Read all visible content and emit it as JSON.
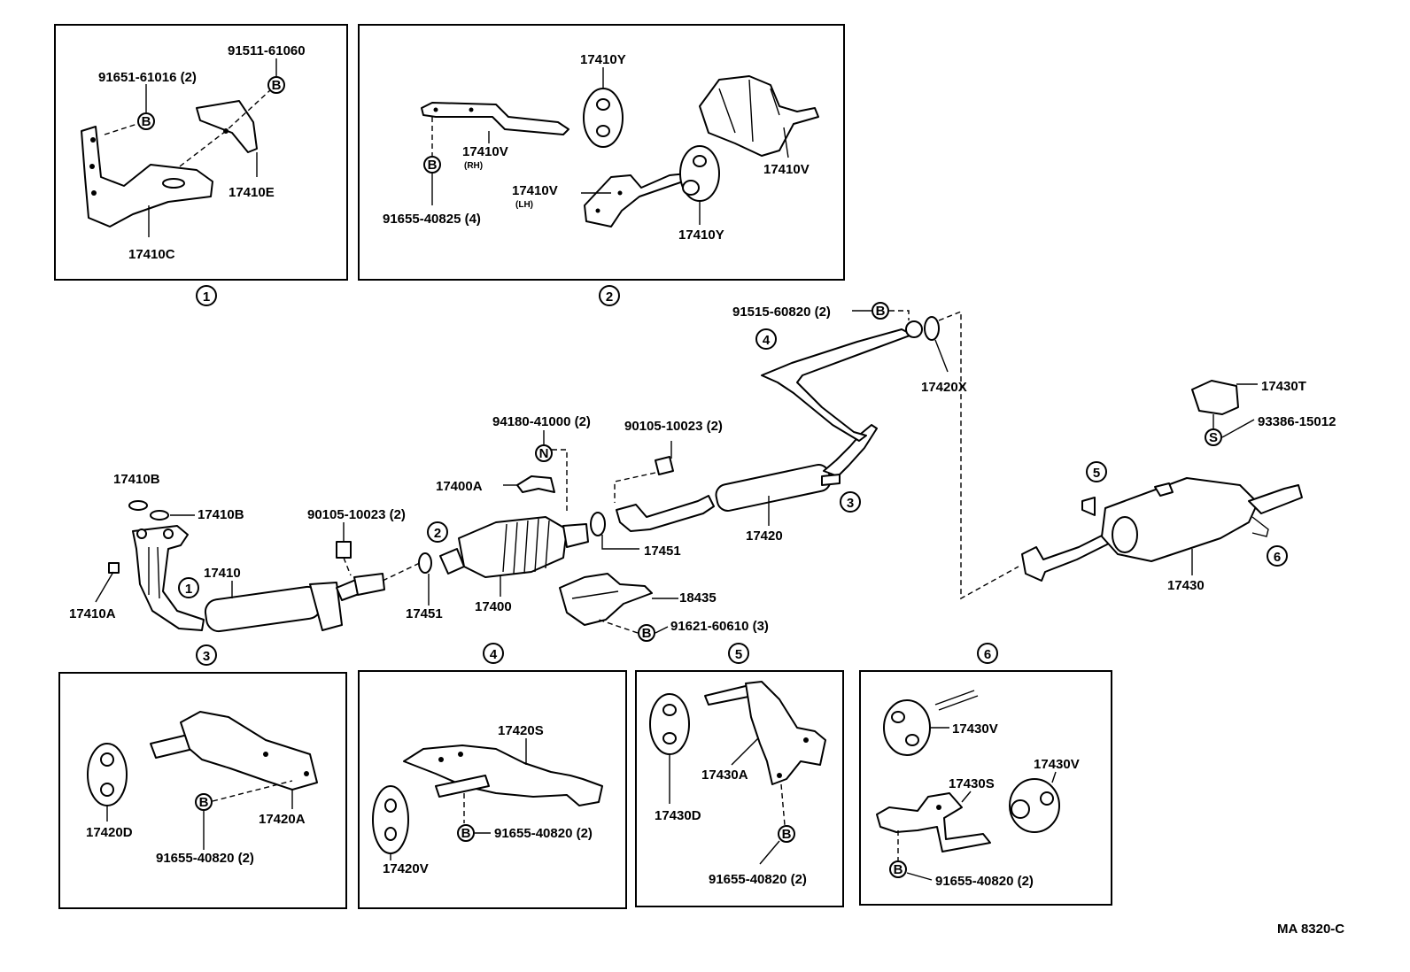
{
  "diagram_id": "MA 8320-C",
  "callouts": [
    "1",
    "2",
    "3",
    "4",
    "5",
    "6"
  ],
  "sym": {
    "b": "B",
    "n": "N",
    "s": "S"
  },
  "panel1": {
    "p1": "91651-61016 (2)",
    "p2": "91511-61060",
    "p3": "17410E",
    "p4": "17410C"
  },
  "panel2": {
    "p1": "17410Y",
    "p2": "17410V",
    "rh": "(RH)",
    "p3": "17410V",
    "lh": "(LH)",
    "p4": "17410V",
    "p5": "17410Y",
    "p6": "91655-40825 (4)"
  },
  "main": {
    "p17410B_1": "17410B",
    "p17410B_2": "17410B",
    "p17410A": "17410A",
    "p17410": "17410",
    "p90105a": "90105-10023 (2)",
    "p17451a": "17451",
    "p94180": "94180-41000 (2)",
    "p17400A": "17400A",
    "p17400": "17400",
    "p90105b": "90105-10023 (2)",
    "p17451b": "17451",
    "p18435": "18435",
    "p91621": "91621-60610 (3)",
    "p17420": "17420",
    "p91515": "91515-60820 (2)",
    "p17420X": "17420X",
    "p17430T": "17430T",
    "p93386": "93386-15012",
    "p17430": "17430"
  },
  "panel3": {
    "p1": "17420D",
    "p2": "17420A",
    "p3": "91655-40820 (2)"
  },
  "panel4": {
    "p1": "17420S",
    "p2": "91655-40820 (2)",
    "p3": "17420V"
  },
  "panel5": {
    "p1": "17430A",
    "p2": "17430D",
    "p3": "91655-40820 (2)"
  },
  "panel6": {
    "p1": "17430V",
    "p2": "17430S",
    "p3": "17430V",
    "p4": "91655-40820 (2)"
  }
}
